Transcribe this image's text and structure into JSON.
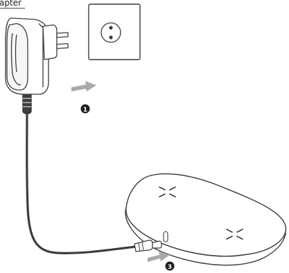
{
  "labels": {
    "adapter": "apter"
  },
  "steps": [
    {
      "number": "1"
    },
    {
      "number": "3"
    }
  ],
  "colors": {
    "outline": "#3a3a3a",
    "cable": "#3d3d3d",
    "arrow": "#a9a9a9",
    "badge": "#1e1e1e",
    "fill": "#ffffff"
  }
}
